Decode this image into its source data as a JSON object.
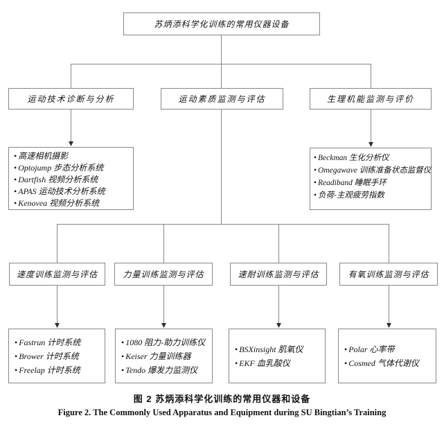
{
  "root": {
    "label": "苏炳添科学化训练的常用仪器设备"
  },
  "level2": [
    {
      "label": "运动技术诊断与分析"
    },
    {
      "label": "运动素质监测与评估"
    },
    {
      "label": "生理机能监测与评价"
    }
  ],
  "tech_detail": {
    "items": [
      "高速相机摄影",
      "Optojump 步态分析系统",
      "Dartfish 视频分析系统",
      "APAS 运动技术分析系统",
      "Kenovea 视频分析系统"
    ]
  },
  "physio_detail": {
    "items": [
      "Beckman 生化分析仪",
      "Omegawave 训练准备状态监督仪",
      "Readiband 睡眠手环",
      "负荷-主观疲劳指数"
    ]
  },
  "level3": [
    {
      "label": "速度训练监测与评估",
      "items": [
        "Fastrun 计时系统",
        "Brower 计时系统",
        "Freelap 计时系统"
      ]
    },
    {
      "label": "力量训练监测与评估",
      "items": [
        "1080 阻力-助力训练仪",
        "Keiser 力量训练器",
        "Tendo 爆发力监测仪"
      ]
    },
    {
      "label": "速耐训练监测与评估",
      "items": [
        "BSXinsight 肌氧仪",
        "EKF 血乳酸仪"
      ]
    },
    {
      "label": "有氧训练监测与评估",
      "items": [
        "Polar 心率带",
        "Cosmed 气体代谢仪"
      ]
    }
  ],
  "caption": {
    "zh": "图 2  苏炳添科学化训练的常用仪器和设备",
    "en": "Figure 2.  The Commonly Used Apparatus and Equipment during SU Bingtian’s Training"
  },
  "colors": {
    "line": "#868686",
    "arrowhead": "#2f2f2f",
    "text": "#111111",
    "background": "#ffffff"
  }
}
